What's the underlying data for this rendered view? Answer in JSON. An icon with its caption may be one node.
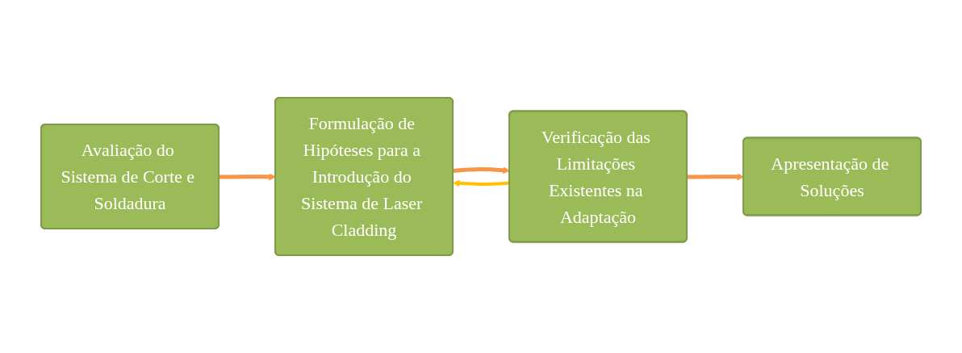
{
  "diagram": {
    "nodes": [
      {
        "text": [
          "Avaliação do Sistema de Corte e Soldadura"
        ]
      },
      {
        "text": [
          "Formulação de Hipóteses para a Introdução do Sistema de Laser Cladding"
        ]
      },
      {
        "text": [
          "Verificação das Limitações Existentes na Adaptação"
        ]
      },
      {
        "text": [
          "Apresentação de Soluções"
        ]
      }
    ],
    "edges": [
      {
        "from": 0,
        "to": 1,
        "arrow": "to"
      },
      {
        "from": 1,
        "to": 2,
        "arrow": "to"
      },
      {
        "from": 2,
        "to": 3,
        "arrow": "to"
      },
      {
        "from": 2,
        "to": 1,
        "arrow": "to",
        "color": "#ffc000"
      }
    ]
  }
}
